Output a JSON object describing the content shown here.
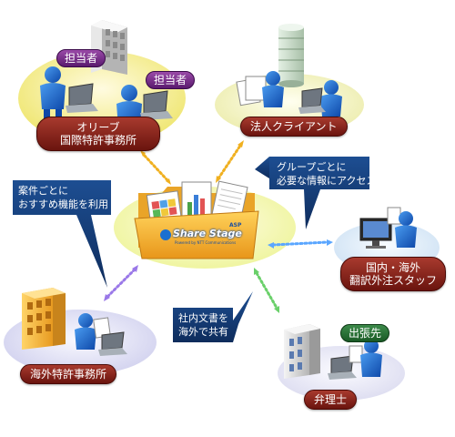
{
  "logo": {
    "brand": "Share Stage",
    "suffix": "ASP",
    "tagline": "Powered by NTT Communications"
  },
  "nodes": {
    "olive_office": {
      "label_line1": "オリーブ",
      "label_line2": "国際特許事務所",
      "tag_left": "担当者",
      "tag_right": "担当者"
    },
    "corporate_client": {
      "label": "法人クライアント"
    },
    "translation_staff": {
      "label_line1": "国内・海外",
      "label_line2": "翻訳外注スタッフ"
    },
    "overseas_office": {
      "label": "海外特許事務所"
    },
    "patent_attorney": {
      "label": "弁理士",
      "tag": "出張先"
    }
  },
  "callouts": {
    "recommend": {
      "line1": "案件ごとに",
      "line2": "おすすめ機能を利用"
    },
    "group_access": {
      "line1": "グループごとに",
      "line2": "必要な情報にアクセス"
    },
    "share_overseas": {
      "line1": "社内文書を",
      "line2": "海外で共有"
    }
  },
  "colors": {
    "hub_ellipse": "#f4f7a6",
    "olive_ellipse": "#f2ee7a",
    "client_ellipse": "#f0f0b0",
    "staff_ellipse": "#d8e8f6",
    "overseas_ellipse": "#d8d8f0",
    "attorney_ellipse": "#e2e2f2",
    "label_pill": "#8a2318",
    "callout": "#143c78",
    "person": "#1a63c4",
    "folder": "#f2b22a"
  }
}
